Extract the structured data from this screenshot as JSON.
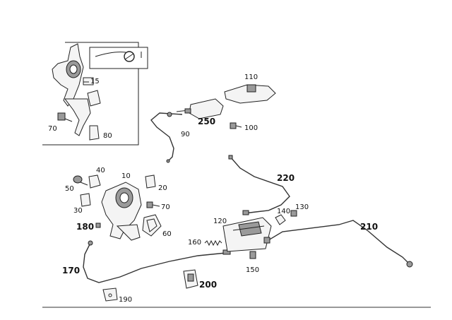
{
  "callouts": {
    "c10": "10",
    "c15": "15",
    "c20": "20",
    "c30": "30",
    "c40": "40",
    "c50": "50",
    "c60": "60",
    "c70a": "70",
    "c70b": "70",
    "c80": "80",
    "c90": "90",
    "c100": "100",
    "c110": "110",
    "c120": "120",
    "c130": "130",
    "c140": "140",
    "c150": "150",
    "c160": "160",
    "c170": "170",
    "c180": "180",
    "c190": "190",
    "c200": "200",
    "c210": "210",
    "c220": "220",
    "c250": "250"
  }
}
